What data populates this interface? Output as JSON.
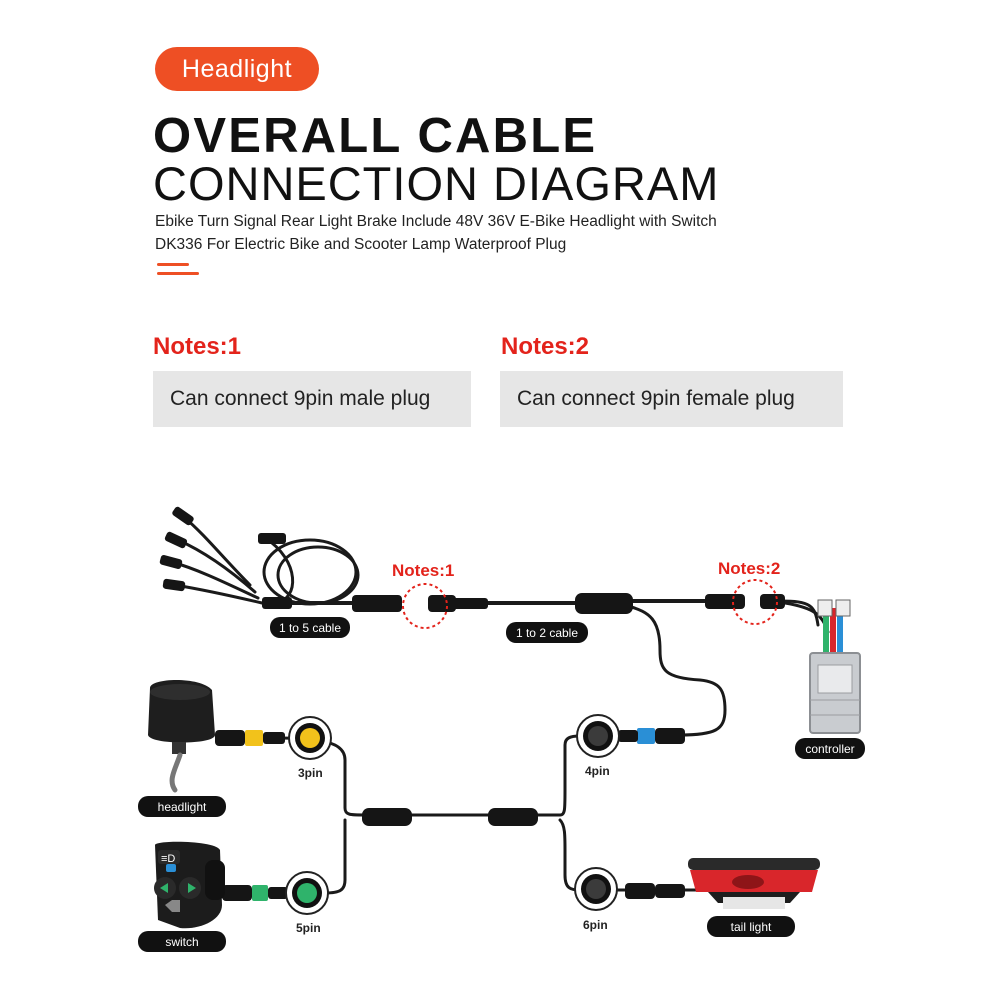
{
  "badge": "Headlight",
  "title": {
    "line1": "OVERALL CABLE",
    "line2": "CONNECTION DIAGRAM"
  },
  "subtitle": {
    "line1": "Ebike Turn Signal Rear Light Brake Include 48V 36V E-Bike Headlight with Switch",
    "line2": "DK336 For Electric Bike and Scooter Lamp Waterproof Plug"
  },
  "notes": [
    {
      "heading": "Notes:1",
      "text": "Can connect 9pin male plug"
    },
    {
      "heading": "Notes:2",
      "text": "Can connect 9pin female plug"
    }
  ],
  "diagram": {
    "callouts": {
      "note1": "Notes:1",
      "note2": "Notes:2"
    },
    "labels": {
      "cable_1to5": "1 to 5 cable",
      "cable_1to2": "1 to 2 cable",
      "controller": "controller",
      "headlight": "headlight",
      "switch": "switch",
      "tail_light": "tail light"
    },
    "pins": {
      "pin3": "3pin",
      "pin4": "4pin",
      "pin5": "5pin",
      "pin6": "6pin"
    },
    "switch_glyph": "≡D"
  },
  "colors": {
    "accent": "#ee4f24",
    "note_red": "#e3231b",
    "note_box": "#e6e6e6",
    "label_bg": "#111111",
    "pin3_yellow": "#f2c21b",
    "pin4_blue": "#2a8fd6",
    "pin5_green": "#2fb36b",
    "tail_red": "#d9262b"
  }
}
